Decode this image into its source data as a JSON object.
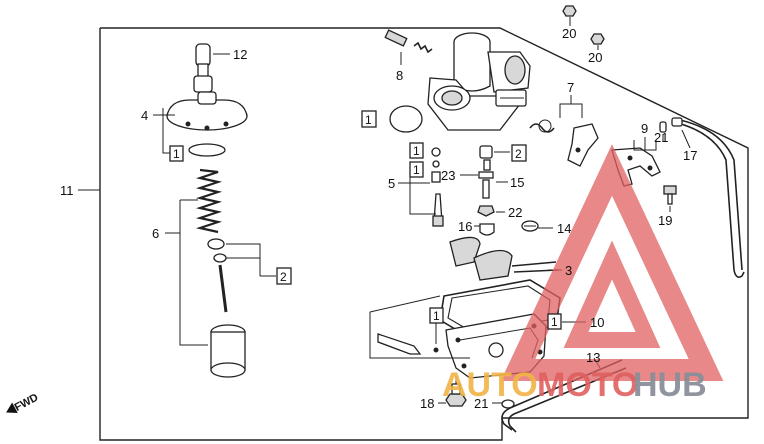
{
  "callouts": {
    "c11": "11",
    "c12": "12",
    "c4": "4",
    "c6": "6",
    "c8": "8",
    "c20a": "20",
    "c20b": "20",
    "c7": "7",
    "c9": "9",
    "c21a": "21",
    "c17": "17",
    "c5": "5",
    "c23": "23",
    "c15": "15",
    "c16": "16",
    "c22": "22",
    "c14": "14",
    "c19": "19",
    "c3": "3",
    "c10": "10",
    "c13": "13",
    "c18": "18",
    "c21b": "21"
  },
  "boxed": {
    "b1_left": "1",
    "b2_left": "2",
    "b1_oring": "1",
    "b1_a": "1",
    "b1_b": "1",
    "b2_right": "2",
    "b1_bowl": "1",
    "b1_gasket": "1"
  },
  "watermark": {
    "part1": "AUTO",
    "part2": "MOTO",
    "part3": "HUB"
  },
  "direction": {
    "fwd": "FWD"
  }
}
